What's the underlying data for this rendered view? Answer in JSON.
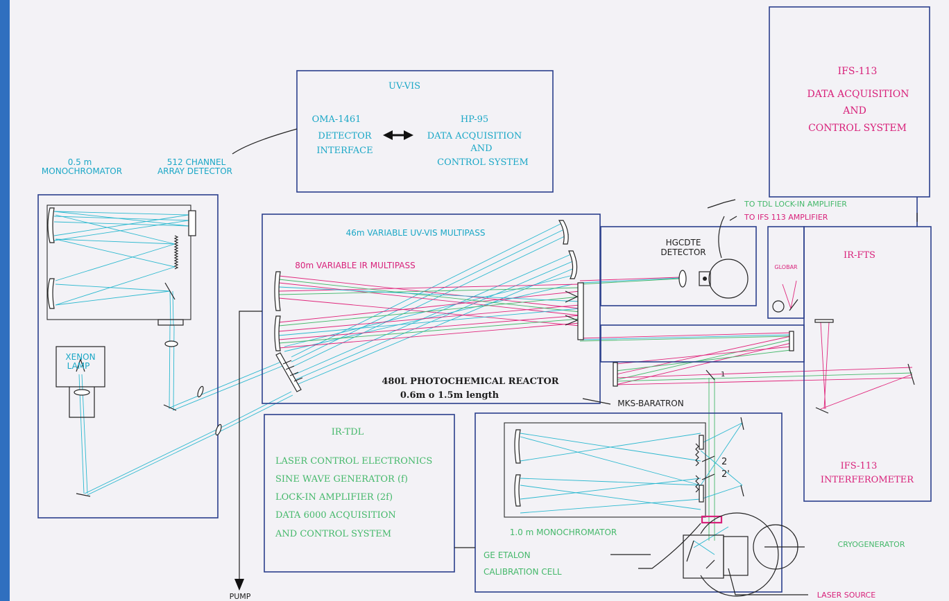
{
  "labels": {
    "uvvis_title": "UV-VIS",
    "oma": "OMA-1461",
    "detector": "DETECTOR",
    "interface": "INTERFACE",
    "hp95": "HP-95",
    "hp_line2": "DATA ACQUISITION",
    "hp_line3": "AND",
    "hp_line4": "CONTROL SYSTEM",
    "ifs_title": "IFS-113",
    "ifs_line2": "DATA ACQUISITION",
    "ifs_line3": "AND",
    "ifs_line4": "CONTROL SYSTEM",
    "mono05_line1": "0.5 m",
    "mono05_line2": "MONOCHROMATOR",
    "array_line1": "512 CHANNEL",
    "array_line2": "ARRAY DETECTOR",
    "uv_multipass": "46m VARIABLE UV-VIS MULTIPASS",
    "ir_multipass": "80m VARIABLE IR MULTIPASS",
    "reactor_line1": "480L PHOTOCHEMICAL REACTOR",
    "reactor_line2": "0.6m o  1.5m length",
    "mks": "MKS-BARATRON",
    "xenon_line1": "XENON",
    "xenon_line2": "LAMP",
    "hgcdte_line1": "HGCDTE",
    "hgcdte_line2": "DETECTOR",
    "to_tdl": "TO TDL LOCK-IN AMPLIFIER",
    "to_ifs": "TO IFS 113 AMPLIFIER",
    "globar": "GLOBAR",
    "irfts": "IR-FTS",
    "interferometer_line1": "IFS-113",
    "interferometer_line2": "INTERFEROMETER",
    "irtdl_title": "IR-TDL",
    "irtdl_1": "LASER CONTROL ELECTRONICS",
    "irtdl_2": "SINE WAVE GENERATOR (f)",
    "irtdl_3": "LOCK-IN AMPLIFIER (2f)",
    "irtdl_4": "DATA 6000 ACQUISITION",
    "irtdl_5": "AND CONTROL SYSTEM",
    "mono10": "1.0 m MONOCHROMATOR",
    "ge_line1": "GE ETALON",
    "ge_line2": "CALIBRATION CELL",
    "cryogenerator": "CRYOGENERATOR",
    "laser_source": "LASER SOURCE",
    "pump": "PUMP",
    "mark_1": "1",
    "mark_2": "2",
    "mark_2p": "2'"
  },
  "colors": {
    "box_stroke": "#2a3f8c",
    "cyan_text": "#1aa7c6",
    "magenta_text": "#d8217a",
    "dark_text": "#1e1e1e",
    "uv_beam": "#2bb8cf",
    "ir_beam": "#e0247a",
    "green_beam": "#44b86a"
  }
}
